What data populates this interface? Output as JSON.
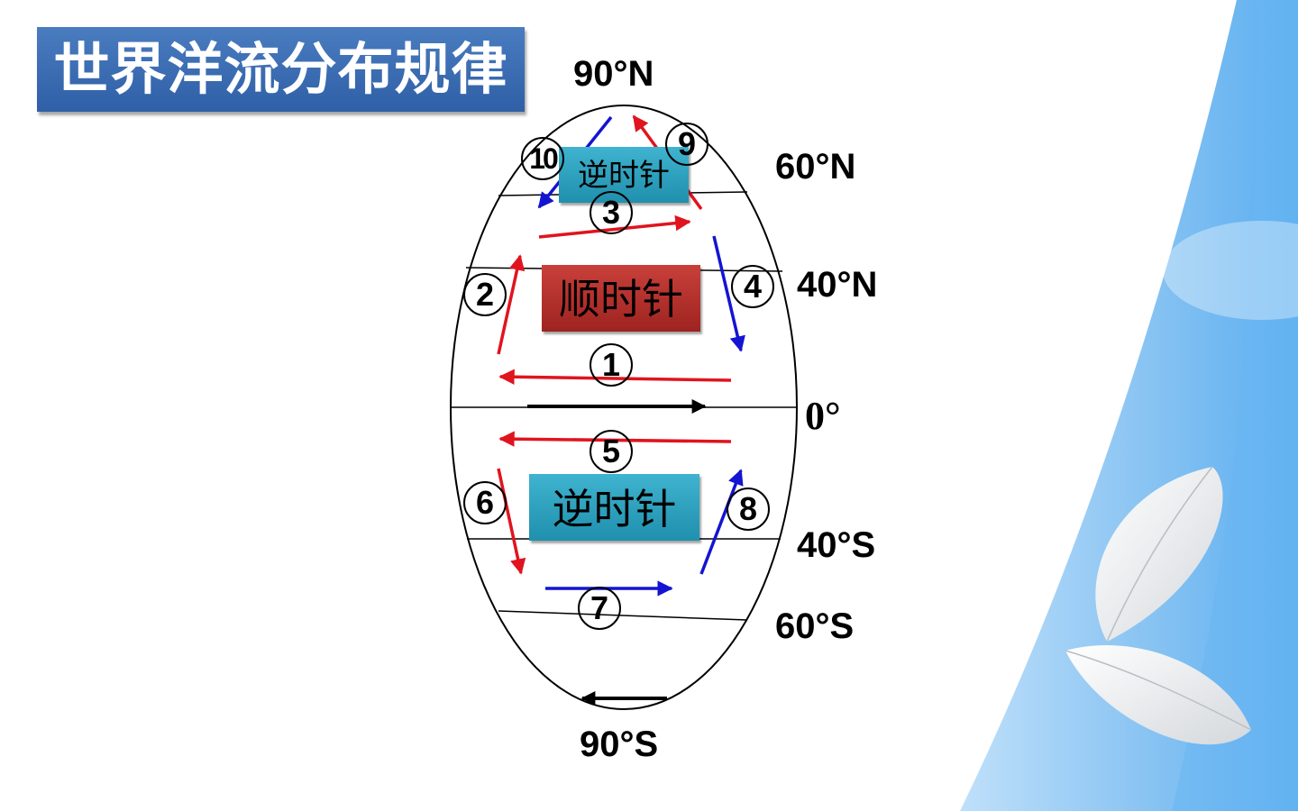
{
  "title": "世界洋流分布规律",
  "latitudes": {
    "n90": "90°N",
    "n60": "60°N",
    "n40": "40°N",
    "eq": "0°",
    "s40": "40°S",
    "s60": "60°S",
    "s90": "90°S"
  },
  "gyres": {
    "north_subpolar": "逆时针",
    "north_subtropical": "顺时针",
    "south_subtropical": "逆时针"
  },
  "currents": [
    "1",
    "2",
    "3",
    "4",
    "5",
    "6",
    "7",
    "8",
    "9",
    "10"
  ],
  "colors": {
    "warm_current": "#e0141e",
    "cold_current": "#1414d2",
    "title_bg": "#3a6db3",
    "teal_label": "#2aa3c1",
    "red_label": "#b5312b"
  }
}
